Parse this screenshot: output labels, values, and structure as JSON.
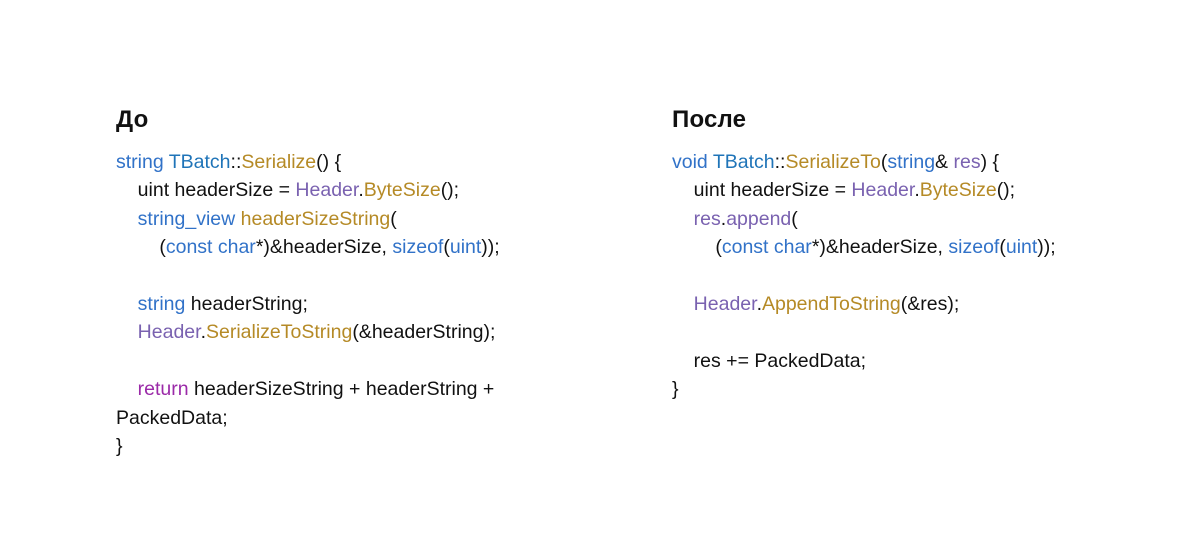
{
  "colors": {
    "plain": "#111111",
    "type": "#3172c8",
    "class": "#1f74b8",
    "member": "#b58a26",
    "field": "#7a62b0",
    "keyword": "#9b2aa8",
    "default": "#111111"
  },
  "panels": [
    {
      "id": "before",
      "title": "До",
      "lines": [
        [
          {
            "text": "string ",
            "c": "type"
          },
          {
            "text": "TBatch",
            "c": "class"
          },
          {
            "text": "::",
            "c": "plain"
          },
          {
            "text": "Serialize",
            "c": "member"
          },
          {
            "text": "() {",
            "c": "plain"
          }
        ],
        [
          {
            "text": "    uint ",
            "c": "plain"
          },
          {
            "text": "headerSize = ",
            "c": "plain"
          },
          {
            "text": "Header",
            "c": "field"
          },
          {
            "text": ".",
            "c": "plain"
          },
          {
            "text": "ByteSize",
            "c": "member"
          },
          {
            "text": "();",
            "c": "plain"
          }
        ],
        [
          {
            "text": "    ",
            "c": "plain"
          },
          {
            "text": "string_view ",
            "c": "type"
          },
          {
            "text": "headerSizeString",
            "c": "member"
          },
          {
            "text": "(",
            "c": "plain"
          }
        ],
        [
          {
            "text": "        (",
            "c": "plain"
          },
          {
            "text": "const char",
            "c": "type"
          },
          {
            "text": "*)&headerSize, ",
            "c": "plain"
          },
          {
            "text": "sizeof",
            "c": "type"
          },
          {
            "text": "(",
            "c": "plain"
          },
          {
            "text": "uint",
            "c": "type"
          },
          {
            "text": "));",
            "c": "plain"
          }
        ],
        [],
        [
          {
            "text": "    ",
            "c": "plain"
          },
          {
            "text": "string ",
            "c": "type"
          },
          {
            "text": "headerString;",
            "c": "plain"
          }
        ],
        [
          {
            "text": "    ",
            "c": "plain"
          },
          {
            "text": "Header",
            "c": "field"
          },
          {
            "text": ".",
            "c": "plain"
          },
          {
            "text": "SerializeToString",
            "c": "member"
          },
          {
            "text": "(&headerString);",
            "c": "plain"
          }
        ],
        [],
        [
          {
            "text": "    ",
            "c": "plain"
          },
          {
            "text": "return ",
            "c": "keyword"
          },
          {
            "text": "headerSizeString + headerString +",
            "c": "plain"
          }
        ],
        [
          {
            "text": "PackedData;",
            "c": "plain"
          }
        ],
        [
          {
            "text": "}",
            "c": "plain"
          }
        ]
      ]
    },
    {
      "id": "after",
      "title": "После",
      "lines": [
        [
          {
            "text": "void ",
            "c": "type"
          },
          {
            "text": "TBatch",
            "c": "class"
          },
          {
            "text": "::",
            "c": "plain"
          },
          {
            "text": "SerializeTo",
            "c": "member"
          },
          {
            "text": "(",
            "c": "plain"
          },
          {
            "text": "string",
            "c": "type"
          },
          {
            "text": "& ",
            "c": "plain"
          },
          {
            "text": "res",
            "c": "field"
          },
          {
            "text": ") {",
            "c": "plain"
          }
        ],
        [
          {
            "text": "    uint ",
            "c": "plain"
          },
          {
            "text": "headerSize = ",
            "c": "plain"
          },
          {
            "text": "Header",
            "c": "field"
          },
          {
            "text": ".",
            "c": "plain"
          },
          {
            "text": "ByteSize",
            "c": "member"
          },
          {
            "text": "();",
            "c": "plain"
          }
        ],
        [
          {
            "text": "    ",
            "c": "plain"
          },
          {
            "text": "res",
            "c": "field"
          },
          {
            "text": ".",
            "c": "plain"
          },
          {
            "text": "append",
            "c": "field"
          },
          {
            "text": "(",
            "c": "plain"
          }
        ],
        [
          {
            "text": "        (",
            "c": "plain"
          },
          {
            "text": "const char",
            "c": "type"
          },
          {
            "text": "*)&headerSize, ",
            "c": "plain"
          },
          {
            "text": "sizeof",
            "c": "type"
          },
          {
            "text": "(",
            "c": "plain"
          },
          {
            "text": "uint",
            "c": "type"
          },
          {
            "text": "));",
            "c": "plain"
          }
        ],
        [],
        [
          {
            "text": "    ",
            "c": "plain"
          },
          {
            "text": "Header",
            "c": "field"
          },
          {
            "text": ".",
            "c": "plain"
          },
          {
            "text": "AppendToString",
            "c": "member"
          },
          {
            "text": "(&res);",
            "c": "plain"
          }
        ],
        [],
        [
          {
            "text": "    res += PackedData;",
            "c": "plain"
          }
        ],
        [
          {
            "text": "}",
            "c": "plain"
          }
        ]
      ]
    }
  ]
}
